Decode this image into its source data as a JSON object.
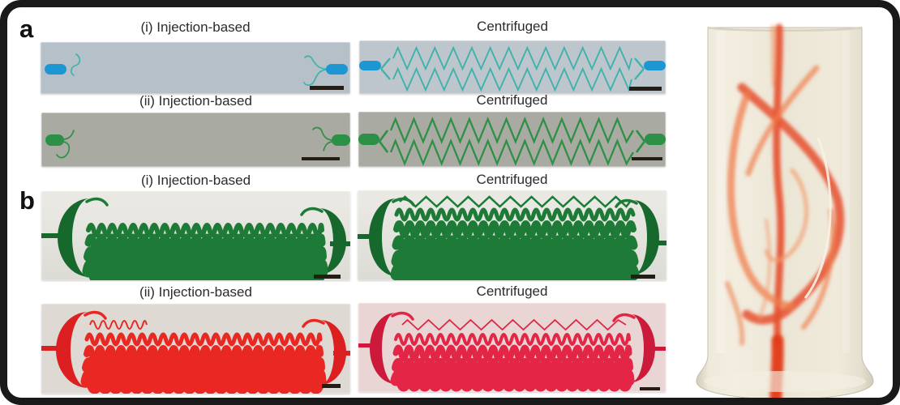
{
  "figure_labels": {
    "a": "a",
    "b": "b"
  },
  "panel_titles": {
    "a_i_injection": "(i) Injection-based",
    "a_i_centrifuged": "Centrifuged",
    "a_ii_injection": "(ii) Injection-based",
    "a_ii_centrifuged": "Centrifuged",
    "b_i_injection": "(i) Injection-based",
    "b_i_centrifuged": "Centrifuged",
    "b_ii_injection": "(ii) Injection-based",
    "b_ii_centrifuged": "Centrifuged"
  },
  "colors": {
    "border": "#191919",
    "teal_channel": "#3fb2ab",
    "blue_inlet": "#1d97d4",
    "green_channel_a": "#2d9047",
    "green_channel_b": "#1e7b37",
    "green_manifold": "#17682c",
    "red_channel": "#e92723",
    "red_manifold": "#dc1f21",
    "crimson_channel": "#e32646",
    "crimson_manifold": "#cc1a3a",
    "scale_bar": "#241d16",
    "panel_bg_blue_gray": "#b6c0c9",
    "panel_bg_blue_gray_light": "#bdc6cd",
    "panel_bg_olive_gray": "#a9aaa1",
    "panel_bg_acrylic_light": "#dcdbd5",
    "panel_bg_acrylic_warm": "#ded9d2",
    "panel_bg_acrylic_pink": "#e9d6d4",
    "photo_body": "#eee9db",
    "photo_body_edge": "#d2cbb9",
    "photo_channel_red": "#e6502e",
    "photo_channel_deep_red": "#e33a17",
    "photo_channel_orange": "#ef7e4c",
    "photo_channel_light_orange": "#f29a6b",
    "photo_clear_channel": "#f7f2e3"
  }
}
